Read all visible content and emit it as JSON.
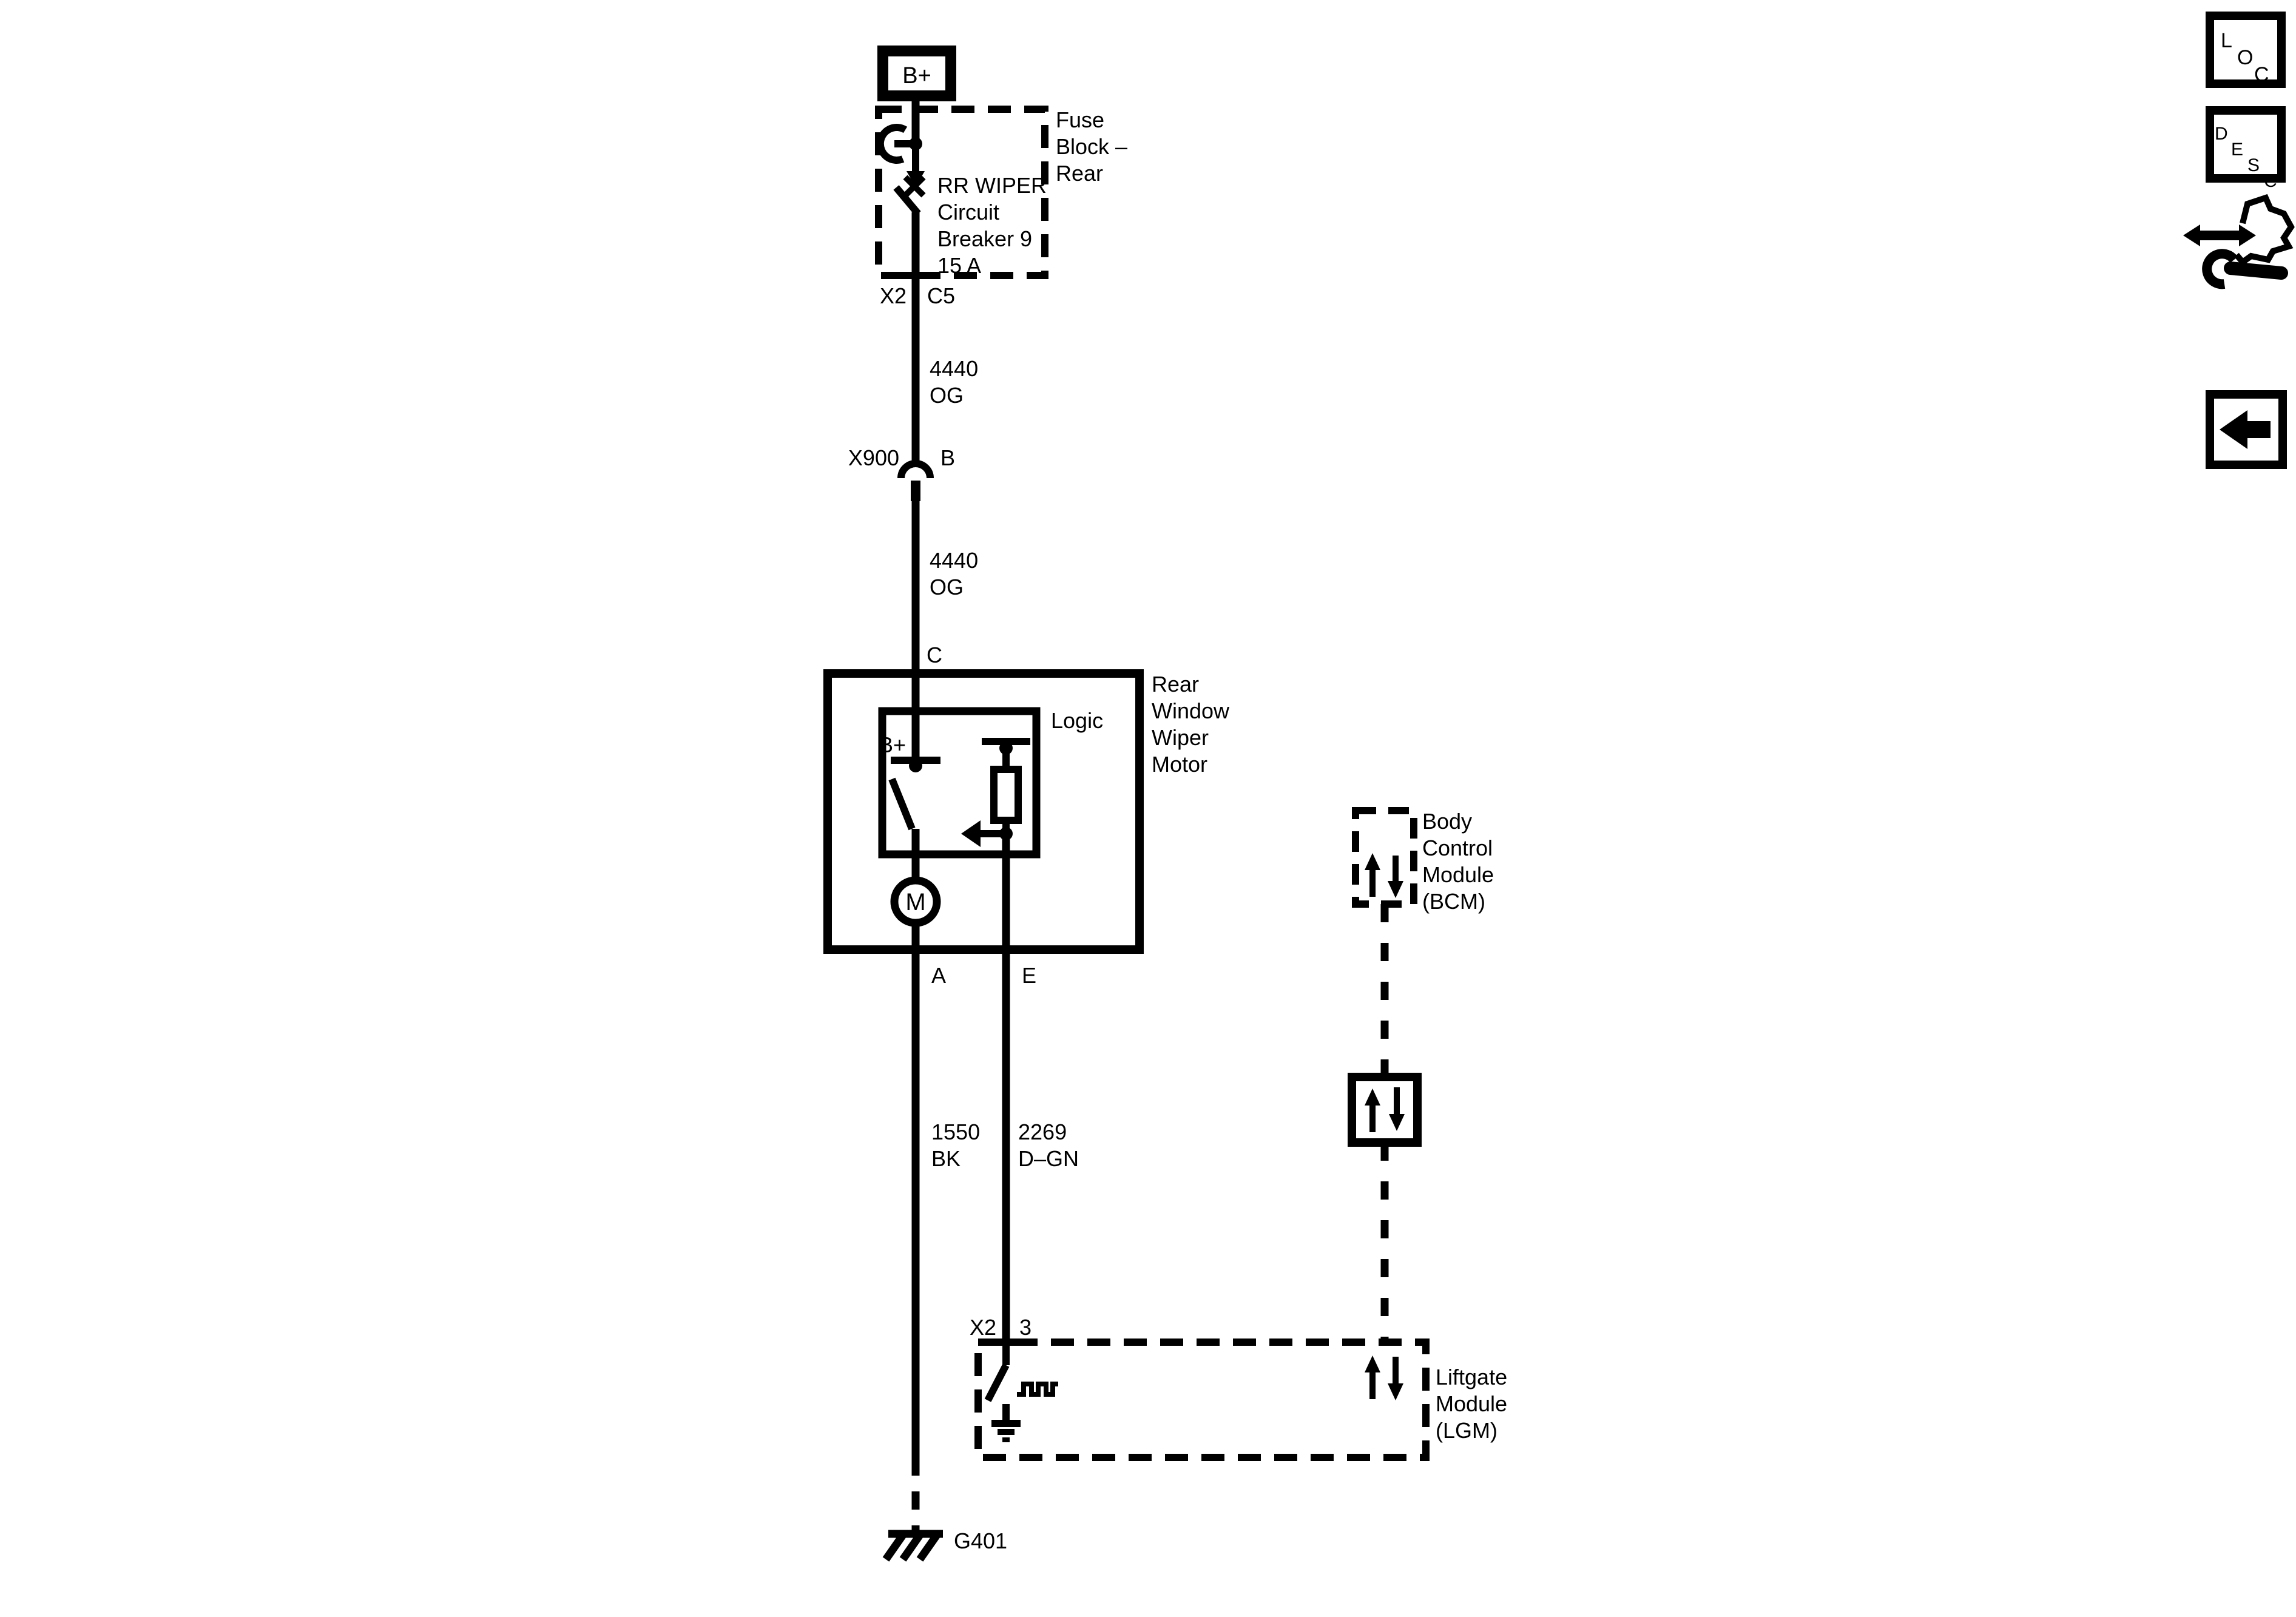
{
  "page": {
    "background": "#ffffff",
    "ink": "#000000"
  },
  "battery": {
    "label": "B+"
  },
  "fuse_block": {
    "name_lines": [
      "Fuse",
      "Block –",
      "Rear"
    ],
    "breaker_lines": [
      "RR WIPER",
      "Circuit",
      "Breaker 9",
      "15 A"
    ],
    "connector": "X2",
    "pin": "C5"
  },
  "wire_b_plus_upper": {
    "circuit": "4440",
    "color": "OG"
  },
  "inline_connector": {
    "name": "X900",
    "pin": "B"
  },
  "wire_b_plus_lower": {
    "circuit": "4440",
    "color": "OG"
  },
  "wiper_motor": {
    "name_lines": [
      "Rear",
      "Window",
      "Wiper",
      "Motor"
    ],
    "logic_label": "Logic",
    "b_plus_label": "B+",
    "motor_letter": "M",
    "terminal_in": "C",
    "terminal_ground": "A",
    "terminal_control": "E"
  },
  "wire_motor_ground": {
    "circuit": "1550",
    "color": "BK"
  },
  "wire_control": {
    "circuit": "2269",
    "color": "D–GN"
  },
  "bcm": {
    "name_lines": [
      "Body",
      "Control",
      "Module",
      "(BCM)"
    ]
  },
  "lgm": {
    "name_lines": [
      "Liftgate",
      "Module",
      "(LGM)"
    ],
    "connector": "X2",
    "pin": "3"
  },
  "ground": {
    "label": "G401"
  },
  "toolbar": {
    "loc_letters": [
      "L",
      "O",
      "C"
    ],
    "desc_letters": [
      "D",
      "E",
      "S",
      "C"
    ],
    "icons": {
      "loc": "loc-button",
      "desc": "desc-button",
      "tools": "parts-tools-button",
      "back": "back-arrow-button"
    }
  }
}
